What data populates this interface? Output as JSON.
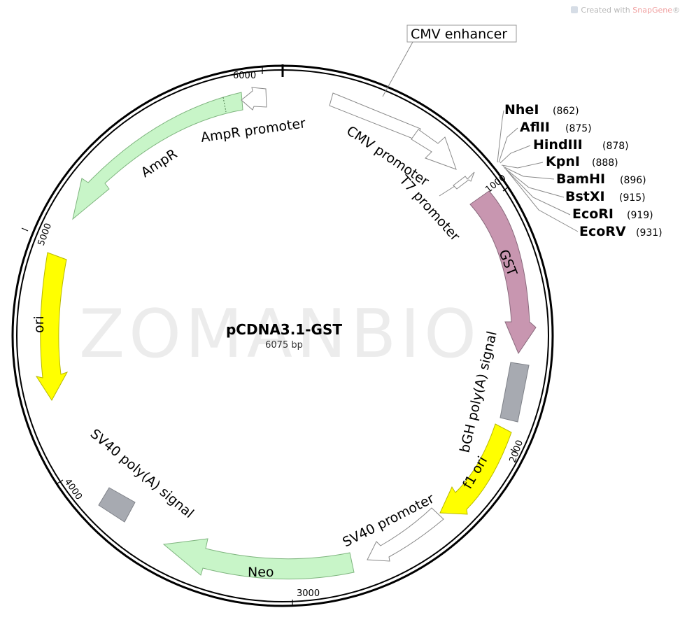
{
  "credit": {
    "prefix": "Created with ",
    "brand": "SnapGene",
    "mark": "®"
  },
  "watermark": "ZOMANBIO",
  "plasmid": {
    "name": "pCDNA3.1-GST",
    "length": "6075 bp"
  },
  "ticks": [
    "1000",
    "2000",
    "3000",
    "4000",
    "5000",
    "6000"
  ],
  "features": {
    "cmv_enhancer": "CMV enhancer",
    "cmv_promoter": "CMV promoter",
    "t7_promoter": "T7 promoter",
    "gst": "GST",
    "bgh_polya": "bGH poly(A) signal",
    "f1_ori": "f1 ori",
    "sv40_promoter": "SV40 promoter",
    "neo": "Neo",
    "sv40_polya": "SV40 poly(A) signal",
    "ori": "ori",
    "ampr": "AmpR",
    "ampr_promoter": "AmpR promoter"
  },
  "feature_colors": {
    "gst": "#c896b0",
    "ori": "#ffff00",
    "f1_ori": "#ffff00",
    "ampr": "#c8f5c8",
    "neo": "#c8f5c8",
    "polya": "#a7aab1",
    "promoter": "#ffffff"
  },
  "sites": [
    {
      "name": "NheI",
      "pos": "(862)"
    },
    {
      "name": "AflII",
      "pos": "(875)"
    },
    {
      "name": "HindIII",
      "pos": "(878)"
    },
    {
      "name": "KpnI",
      "pos": "(888)"
    },
    {
      "name": "BamHI",
      "pos": "(896)"
    },
    {
      "name": "BstXI",
      "pos": "(915)"
    },
    {
      "name": "EcoRI",
      "pos": "(919)"
    },
    {
      "name": "EcoRV",
      "pos": "(931)"
    }
  ]
}
